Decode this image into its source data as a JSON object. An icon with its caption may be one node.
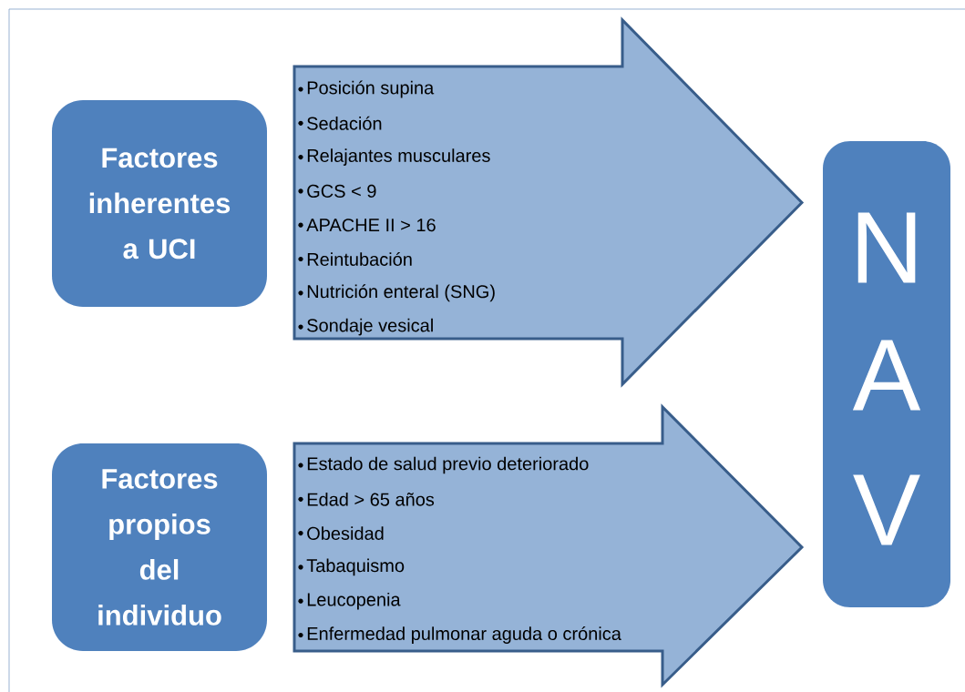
{
  "diagram": {
    "nodes": [
      {
        "text": [
          "Factores inherentes a UCI"
        ]
      },
      {
        "text": [
          "Posición supina",
          "Sedación",
          "Relajantes musculares",
          "GCS < 9",
          "APACHE II > 16",
          "Reintubación",
          "Nutrición enteral (SNG)",
          "Sondaje vesical"
        ]
      },
      {
        "text": [
          "N",
          "A",
          "V"
        ]
      },
      {
        "text": [
          "Factores propios del individuo"
        ]
      },
      {
        "text": [
          "Estado de salud previo deteriorado",
          "Edad > 65 años",
          "Obesidad",
          "Tabaquismo",
          "Leucopenia",
          "Enfermedad pulmonar aguda o crónica"
        ]
      }
    ]
  }
}
